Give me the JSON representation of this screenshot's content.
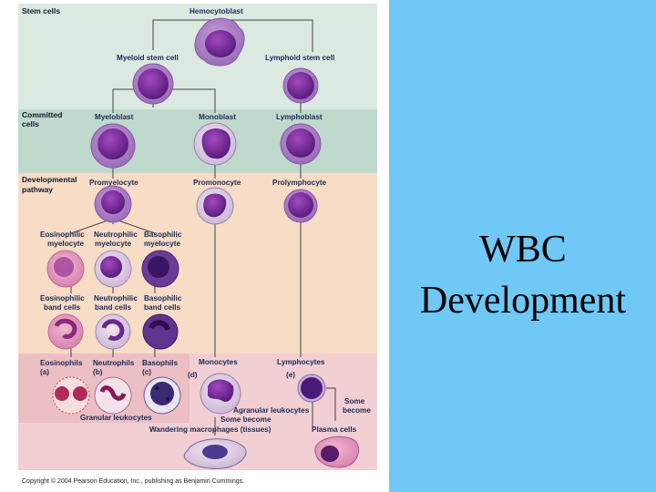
{
  "slide": {
    "title_lines": [
      "WBC",
      "Development"
    ],
    "background": "#6fc8f5"
  },
  "figure": {
    "band_colors": {
      "stem": "#dce9e1",
      "committed": "#bfd9cd",
      "developmental": "#f7dcc6",
      "mature": "#f2cfd2"
    },
    "stages": {
      "stem": "Stem cells",
      "committed_1": "Committed",
      "committed_2": "cells",
      "developmental_1": "Developmental",
      "developmental_2": "pathway"
    },
    "labels": {
      "hemocytoblast": "Hemocytoblast",
      "myeloid_stem": "Myeloid stem cell",
      "lymphoid_stem": "Lymphoid stem cell",
      "myeloblast": "Myeloblast",
      "monoblast": "Monoblast",
      "lymphoblast": "Lymphoblast",
      "promyelocyte": "Promyelocyte",
      "promonocyte": "Promonocyte",
      "prolymphocyte": "Prolymphocyte",
      "eos_myelo_1": "Eosinophilic",
      "eos_myelo_2": "myelocyte",
      "neu_myelo_1": "Neutrophilic",
      "neu_myelo_2": "myelocyte",
      "bas_myelo_1": "Basophilic",
      "bas_myelo_2": "myelocyte",
      "eos_band_1": "Eosinophilic",
      "eos_band_2": "band cells",
      "neu_band_1": "Neutrophilic",
      "neu_band_2": "band cells",
      "bas_band_1": "Basophilic",
      "bas_band_2": "band cells",
      "eosinophils": "Eosinophils",
      "eos_letter": "(a)",
      "neutrophils": "Neutrophils",
      "neu_letter": "(b)",
      "basophils": "Basophils",
      "bas_letter": "(c)",
      "mono_letter": "(d)",
      "monocytes": "Monocytes",
      "lymphocytes": "Lymphocytes",
      "lym_letter": "(e)",
      "granular": "Granular leukocytes",
      "agranular": "Agranular leukocytes",
      "some_become_1": "Some become",
      "wandering": "Wandering macrophages (tissues)",
      "some_2": "Some",
      "become_2": "become",
      "plasma": "Plasma cells"
    },
    "copyright": "Copyright © 2004 Pearson Education, Inc., publishing as Benjamin Cummings."
  }
}
